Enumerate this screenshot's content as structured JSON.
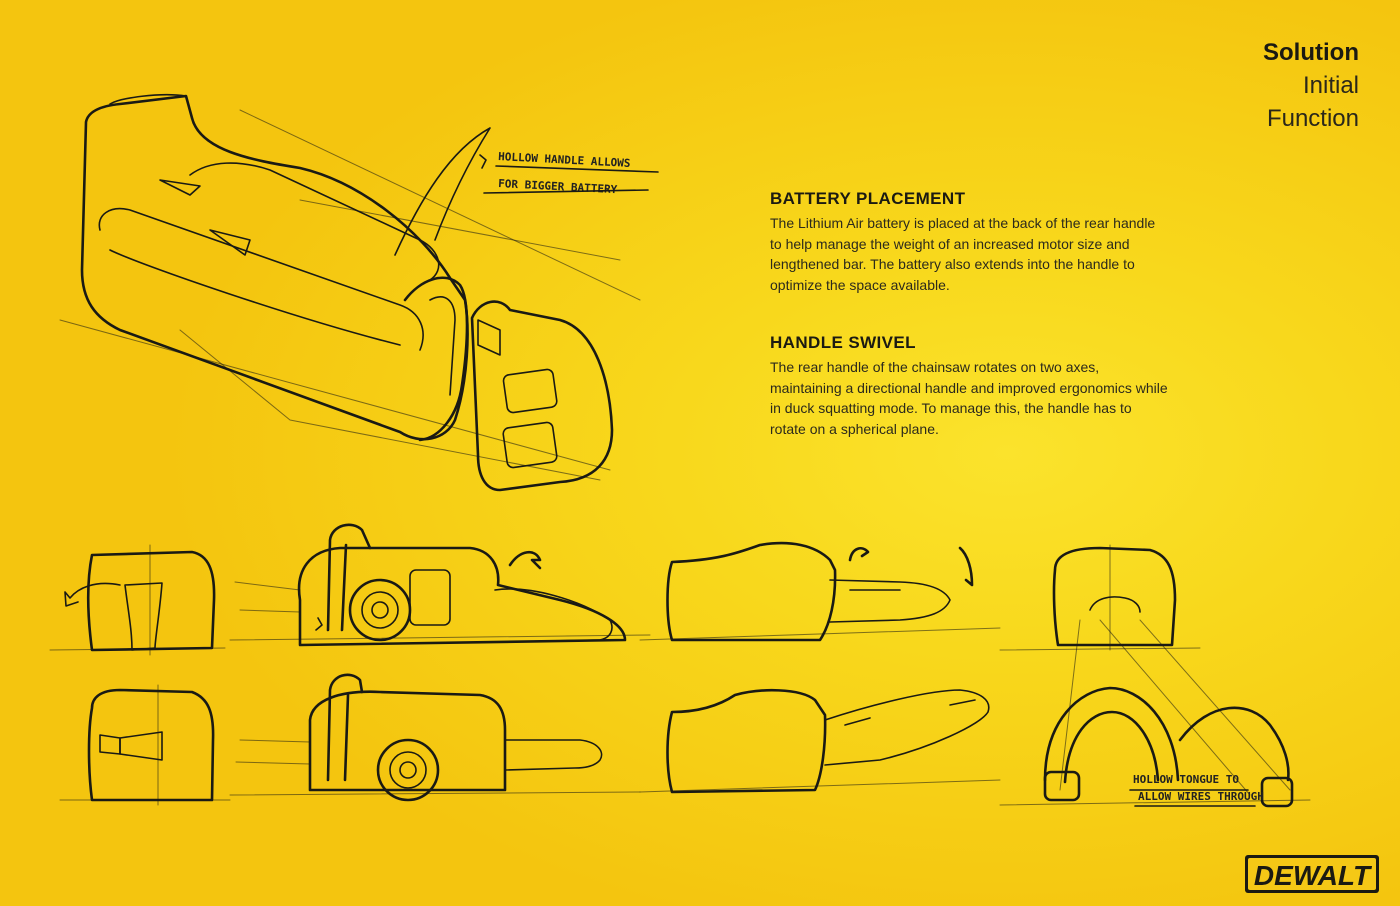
{
  "nav": {
    "active": "Solution",
    "items": [
      "Initial",
      "Function"
    ]
  },
  "sections": [
    {
      "heading": "BATTERY PLACEMENT",
      "body": "The Lithium Air battery is placed at the back of the rear handle to help manage the weight of an increased motor size and lengthened bar. The battery also extends into the handle to optimize the space available."
    },
    {
      "heading": "HANDLE SWIVEL",
      "body": "The rear handle of the chainsaw rotates on two axes, maintaining a directional handle and improved ergonomics while in duck squatting mode. To manage this, the handle has to rotate on a spherical plane."
    }
  ],
  "annotations": {
    "hollow_handle_line1": "HOLLOW HANDLE ALLOWS",
    "hollow_handle_line2": "FOR BIGGER BATTERY",
    "tongue_line1": "HOLLOW TONGUE TO",
    "tongue_line2": "ALLOW WIRES THROUGH"
  },
  "logo": {
    "text": "DEWALT"
  },
  "colors": {
    "background": "#f8d81c",
    "ink": "#1b1a12"
  }
}
